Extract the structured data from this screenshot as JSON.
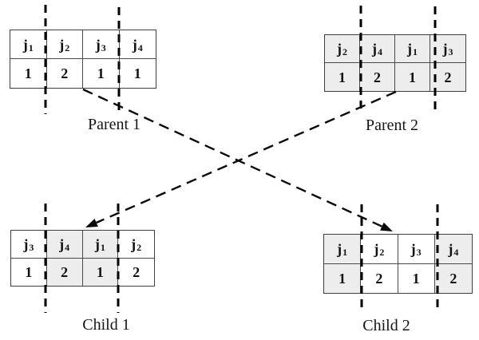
{
  "colors": {
    "background": "#ffffff",
    "shaded_cell": "#ededed",
    "table_border": "#4a4a4a",
    "line_color": "#000000"
  },
  "tables": {
    "parent1": {
      "label": "Parent 1",
      "headers": [
        {
          "base": "j",
          "sub": "1"
        },
        {
          "base": "j",
          "sub": "2"
        },
        {
          "base": "j",
          "sub": "3"
        },
        {
          "base": "j",
          "sub": "4"
        }
      ],
      "values": [
        "1",
        "2",
        "1",
        "1"
      ],
      "shaded_columns": []
    },
    "parent2": {
      "label": "Parent 2",
      "headers": [
        {
          "base": "j",
          "sub": "2"
        },
        {
          "base": "j",
          "sub": "4"
        },
        {
          "base": "j",
          "sub": "1"
        },
        {
          "base": "j",
          "sub": "3"
        }
      ],
      "values": [
        "1",
        "2",
        "1",
        "2"
      ],
      "shaded_columns": [
        1,
        2,
        3,
        4
      ]
    },
    "child1": {
      "label": "Child 1",
      "headers": [
        {
          "base": "j",
          "sub": "3"
        },
        {
          "base": "j",
          "sub": "4"
        },
        {
          "base": "j",
          "sub": "1"
        },
        {
          "base": "j",
          "sub": "2"
        }
      ],
      "values": [
        "1",
        "2",
        "1",
        "2"
      ],
      "shaded_columns": [
        2,
        3
      ]
    },
    "child2": {
      "label": "Child 2",
      "headers": [
        {
          "base": "j",
          "sub": "1"
        },
        {
          "base": "j",
          "sub": "2"
        },
        {
          "base": "j",
          "sub": "3"
        },
        {
          "base": "j",
          "sub": "4"
        }
      ],
      "values": [
        "1",
        "2",
        "1",
        "2"
      ],
      "shaded_columns": [
        1,
        4
      ]
    }
  },
  "arrows": [
    {
      "from": "parent1",
      "to": "child2"
    },
    {
      "from": "parent2",
      "to": "child1"
    }
  ]
}
